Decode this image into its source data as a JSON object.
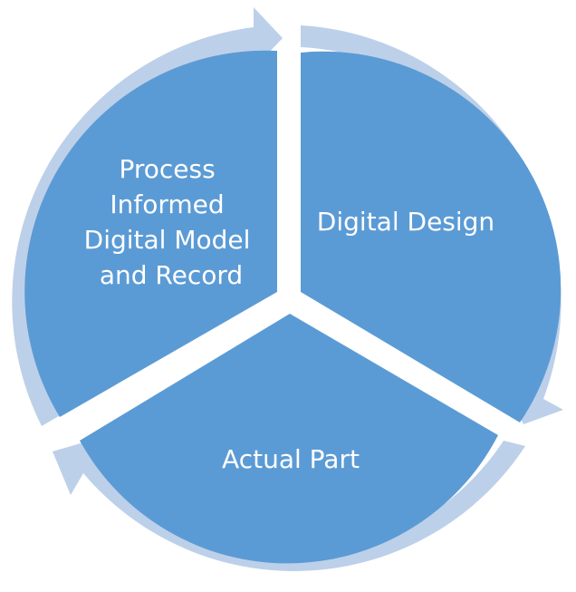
{
  "diagram": {
    "type": "cycle",
    "colors": {
      "segment_fill": "#5b9bd5",
      "arrow_ring": "#bdd0e9",
      "label_text": "#ffffff",
      "background": "#ffffff"
    },
    "segments": [
      {
        "key": "process_informed",
        "lines": [
          "Process",
          "Informed",
          "Digital Model",
          "and Record"
        ]
      },
      {
        "key": "digital_design",
        "lines": [
          "Digital Design"
        ]
      },
      {
        "key": "actual_part",
        "lines": [
          "Actual Part"
        ]
      }
    ]
  }
}
